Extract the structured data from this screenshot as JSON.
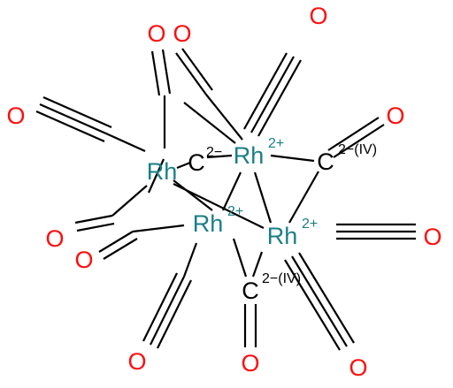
{
  "molecule": {
    "colors": {
      "oxygen": "#ff0d0d",
      "rhodium": "#1a7f86",
      "carbon": "#000000",
      "bond": "#000000"
    },
    "rhodium_atoms": [
      {
        "symbol": "Rh",
        "charge": ""
      },
      {
        "symbol": "Rh",
        "charge": "2+"
      },
      {
        "symbol": "Rh",
        "charge": "2+"
      },
      {
        "symbol": "Rh",
        "charge": "2+"
      }
    ],
    "bridging_carbons": [
      {
        "symbol": "C",
        "charge": "2−"
      },
      {
        "symbol": "C",
        "charge": "2−(IV)"
      },
      {
        "symbol": "C",
        "charge": "2−(IV)"
      }
    ],
    "oxygen_symbol": "O"
  }
}
